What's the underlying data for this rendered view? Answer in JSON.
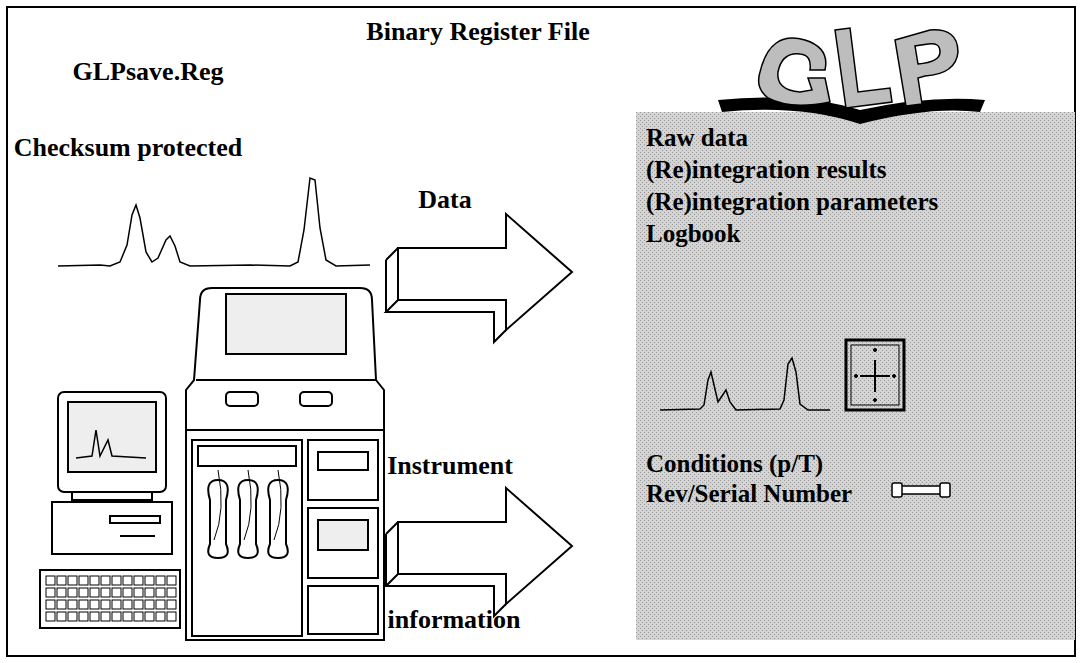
{
  "diagram": {
    "nodes": [
      {
        "text": [
          "Raw data",
          "(Re)integration results",
          "(Re)integration parameters",
          "Logbook",
          "Conditions (p/T)",
          "Rev/Serial Number"
        ]
      }
    ],
    "labels": [
      "GLPsave.Reg",
      "Binary Register File",
      "Checksum protected",
      "Data",
      "Instrument",
      "information"
    ]
  }
}
